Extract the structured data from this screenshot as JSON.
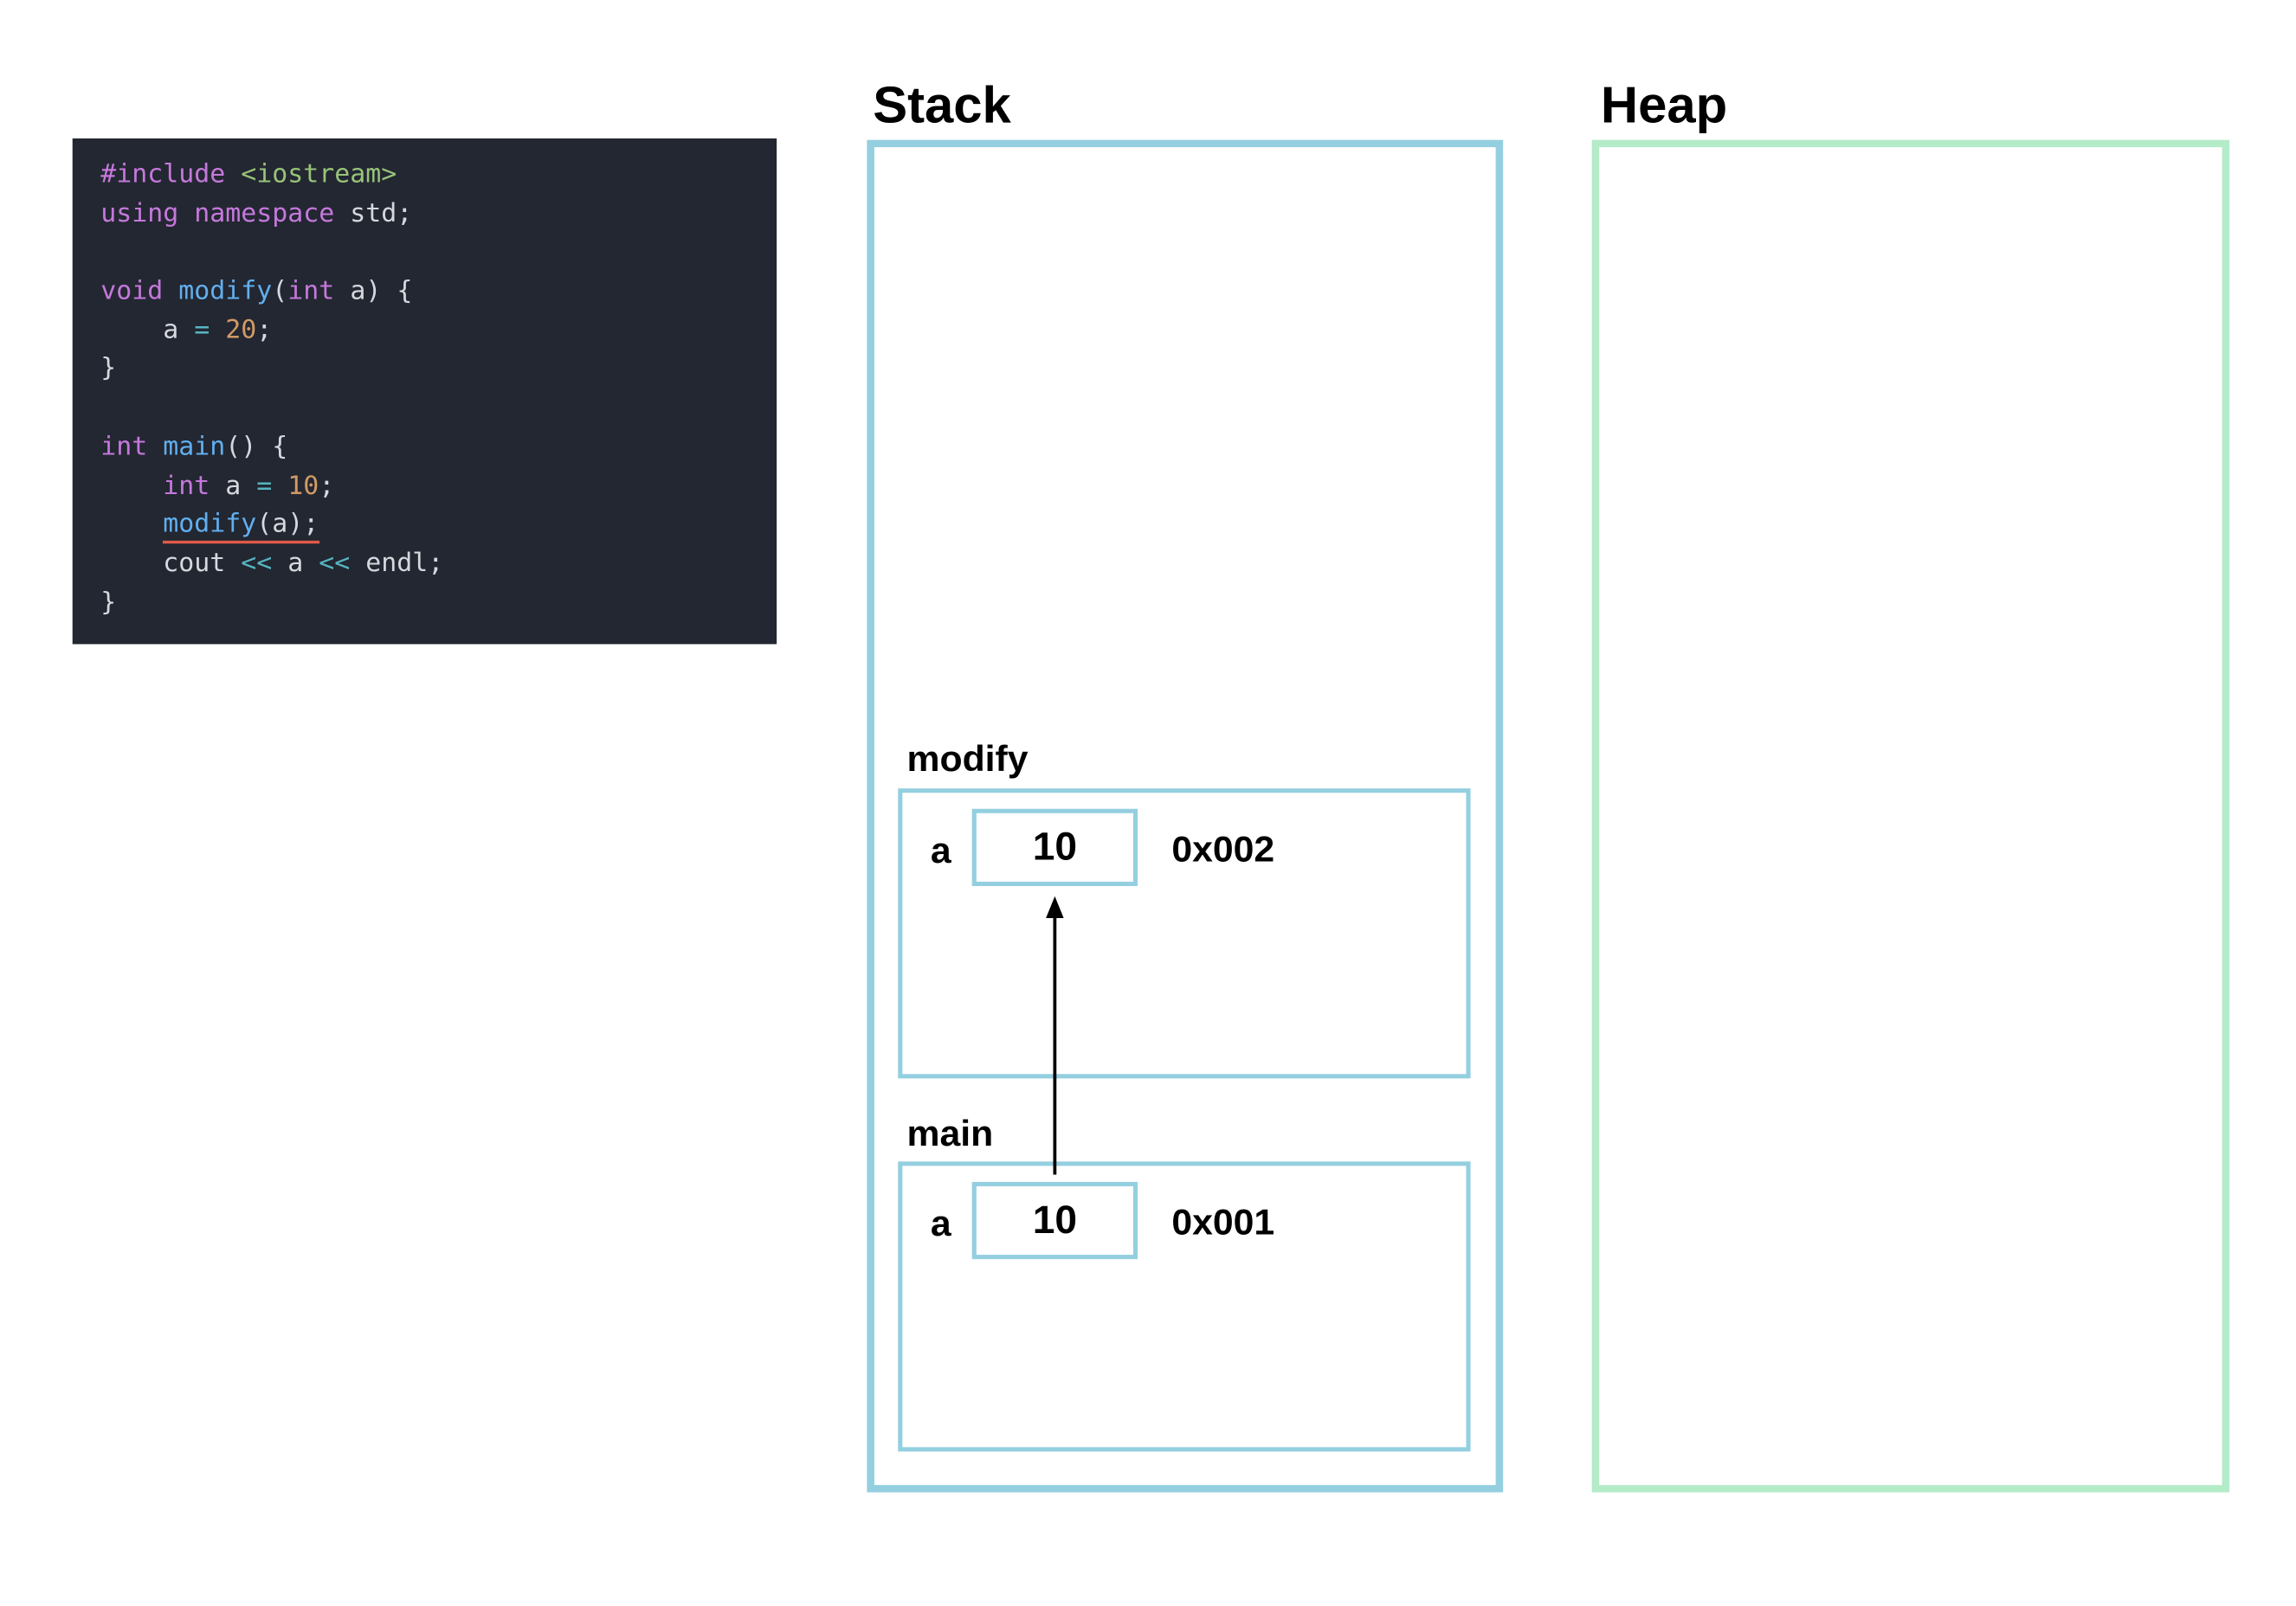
{
  "code": {
    "lines": [
      [
        {
          "t": "#include ",
          "c": "pre"
        },
        {
          "t": "<iostream>",
          "c": "str"
        }
      ],
      [
        {
          "t": "using ",
          "c": "kw"
        },
        {
          "t": "namespace ",
          "c": "kw"
        },
        {
          "t": "std;",
          "c": "txt"
        }
      ],
      [],
      [
        {
          "t": "void ",
          "c": "kw"
        },
        {
          "t": "modify",
          "c": "fn"
        },
        {
          "t": "(",
          "c": "txt"
        },
        {
          "t": "int ",
          "c": "kw"
        },
        {
          "t": "a) {",
          "c": "txt"
        }
      ],
      [
        {
          "t": "    a ",
          "c": "txt"
        },
        {
          "t": "= ",
          "c": "op"
        },
        {
          "t": "20",
          "c": "num"
        },
        {
          "t": ";",
          "c": "txt"
        }
      ],
      [
        {
          "t": "}",
          "c": "txt"
        }
      ],
      [],
      [
        {
          "t": "int ",
          "c": "kw"
        },
        {
          "t": "main",
          "c": "fn"
        },
        {
          "t": "() {",
          "c": "txt"
        }
      ],
      [
        {
          "t": "    ",
          "c": "txt"
        },
        {
          "t": "int ",
          "c": "kw"
        },
        {
          "t": "a ",
          "c": "txt"
        },
        {
          "t": "= ",
          "c": "op"
        },
        {
          "t": "10",
          "c": "num"
        },
        {
          "t": ";",
          "c": "txt"
        }
      ],
      [
        {
          "t": "    ",
          "c": "txt"
        },
        {
          "t": "modify",
          "c": "fn",
          "u": true
        },
        {
          "t": "(a);",
          "c": "txt",
          "u": true
        }
      ],
      [
        {
          "t": "    cout ",
          "c": "txt"
        },
        {
          "t": "<< ",
          "c": "op"
        },
        {
          "t": "a ",
          "c": "txt"
        },
        {
          "t": "<< ",
          "c": "op"
        },
        {
          "t": "endl;",
          "c": "txt"
        }
      ],
      [
        {
          "t": "}",
          "c": "txt"
        }
      ]
    ],
    "current_line": 10
  },
  "stack": {
    "title": "Stack",
    "frames": {
      "modify": {
        "name": "modify",
        "var_name": "a",
        "var_value": "10",
        "var_address": "0x002"
      },
      "main": {
        "name": "main",
        "var_name": "a",
        "var_value": "10",
        "var_address": "0x001"
      }
    }
  },
  "heap": {
    "title": "Heap"
  },
  "colors": {
    "stack_border": "#94cfe0",
    "heap_border": "#b4ebc8",
    "code_background": "#232731",
    "current_line_underline": "#e05a4a"
  }
}
